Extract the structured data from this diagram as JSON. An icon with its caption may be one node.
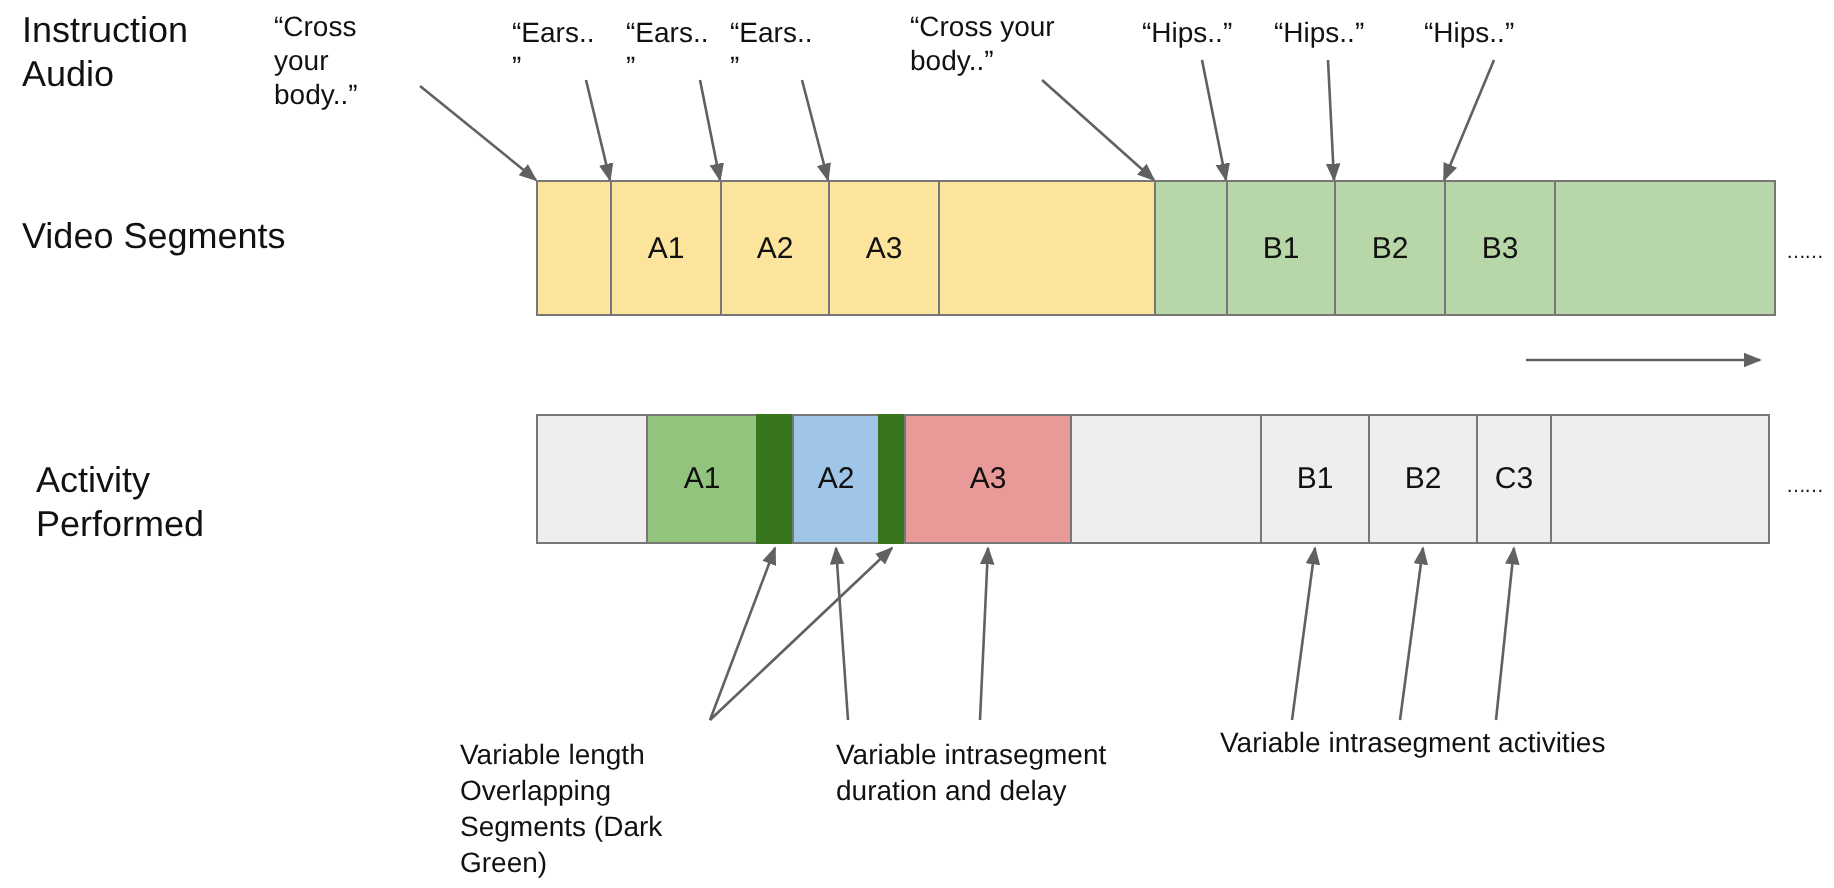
{
  "diagram": {
    "nodes": [
      {
        "text": [
          "“Cross your body..”"
        ]
      },
      {
        "text": [
          "“Ears.. ”"
        ]
      },
      {
        "text": [
          "“Ears.. ”"
        ]
      },
      {
        "text": [
          "“Ears.. ”"
        ]
      },
      {
        "text": [
          "“Cross your body..”"
        ]
      },
      {
        "text": [
          "“Hips..”"
        ]
      },
      {
        "text": [
          "“Hips..”"
        ]
      },
      {
        "text": [
          "“Hips..”"
        ]
      },
      {
        "text": [],
        "shape": "box"
      },
      {
        "text": [
          "A1"
        ]
      },
      {
        "text": [
          "A2"
        ]
      },
      {
        "text": [
          "A3"
        ]
      },
      {
        "text": [],
        "shape": "box"
      },
      {
        "text": [],
        "shape": "box"
      },
      {
        "text": [
          "B1"
        ]
      },
      {
        "text": [
          "B2"
        ]
      },
      {
        "text": [
          "B3"
        ]
      },
      {
        "text": [],
        "shape": "box"
      },
      {
        "text": [],
        "shape": "box"
      },
      {
        "text": [
          "A1"
        ]
      },
      {
        "text": [],
        "shape": "bar"
      },
      {
        "text": [
          "A2"
        ]
      },
      {
        "text": [],
        "shape": "bar"
      },
      {
        "text": [
          "A3"
        ]
      },
      {
        "text": [],
        "shape": "box"
      },
      {
        "text": [
          "B1"
        ]
      },
      {
        "text": [
          "B2"
        ]
      },
      {
        "text": [
          "C3"
        ]
      },
      {
        "text": [],
        "shape": "box"
      },
      {
        "text": [
          "Variable length Overlapping Segments (Dark Green)"
        ]
      },
      {
        "text": [
          "Variable intrasegment duration and delay"
        ]
      },
      {
        "text": [
          "Variable intrasegment activities"
        ]
      }
    ],
    "edges": [
      {
        "from": 0,
        "to": 8,
        "arrow": "to"
      },
      {
        "from": 1,
        "to": 9,
        "arrow": "to"
      },
      {
        "from": 2,
        "to": 10,
        "arrow": "to"
      },
      {
        "from": 3,
        "to": 11,
        "arrow": "to"
      },
      {
        "from": 4,
        "to": 13,
        "arrow": "to"
      },
      {
        "from": 5,
        "to": 14,
        "arrow": "to"
      },
      {
        "from": 6,
        "to": 15,
        "arrow": "to"
      },
      {
        "from": 7,
        "to": 16,
        "arrow": "to"
      },
      {
        "from": 29,
        "to": 20,
        "arrow": "to"
      },
      {
        "from": 29,
        "to": 22,
        "arrow": "to"
      },
      {
        "from": 30,
        "to": 21,
        "arrow": "to"
      },
      {
        "from": 30,
        "to": 23,
        "arrow": "to"
      },
      {
        "from": 31,
        "to": 25,
        "arrow": "to"
      },
      {
        "from": 31,
        "to": 26,
        "arrow": "to"
      },
      {
        "from": 31,
        "to": 27,
        "arrow": "to"
      }
    ],
    "labels": [
      "Instruction Audio",
      "Video Segments",
      "Activity Performed",
      "……",
      "……"
    ]
  }
}
